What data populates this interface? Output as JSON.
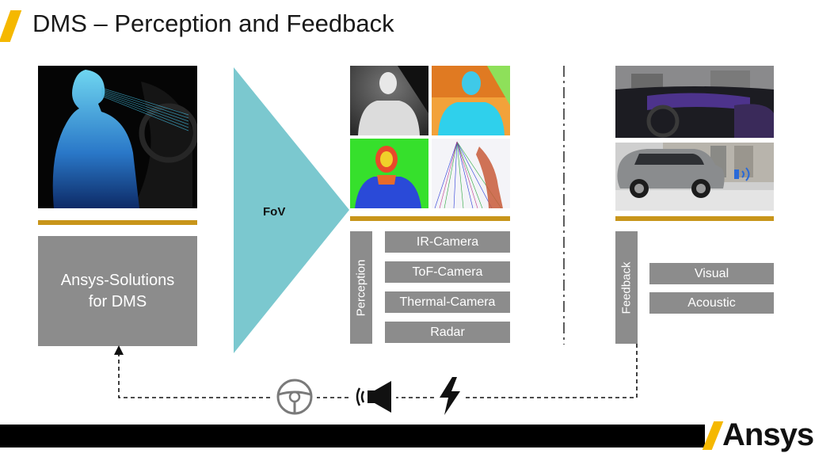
{
  "slide": {
    "title": "DMS – Perception and Feedback",
    "fov_label": "FoV",
    "solutions_label_line1": "Ansys-Solutions",
    "solutions_label_line2": "for DMS"
  },
  "perception": {
    "side_label": "Perception",
    "items": [
      "IR-Camera",
      "ToF-Camera",
      "Thermal-Camera",
      "Radar"
    ]
  },
  "feedback": {
    "side_label": "Feedback",
    "items": [
      "Visual",
      "Acoustic"
    ]
  },
  "loop_icons": [
    "steering-wheel-icon",
    "speaker-icon",
    "lightning-icon"
  ],
  "brand": {
    "logo_text": "Ansys",
    "accent": "#f5b800",
    "gold_bar": "#c8951a",
    "box_gray": "#8c8c8c",
    "fov_teal": "#7bc8cf"
  }
}
